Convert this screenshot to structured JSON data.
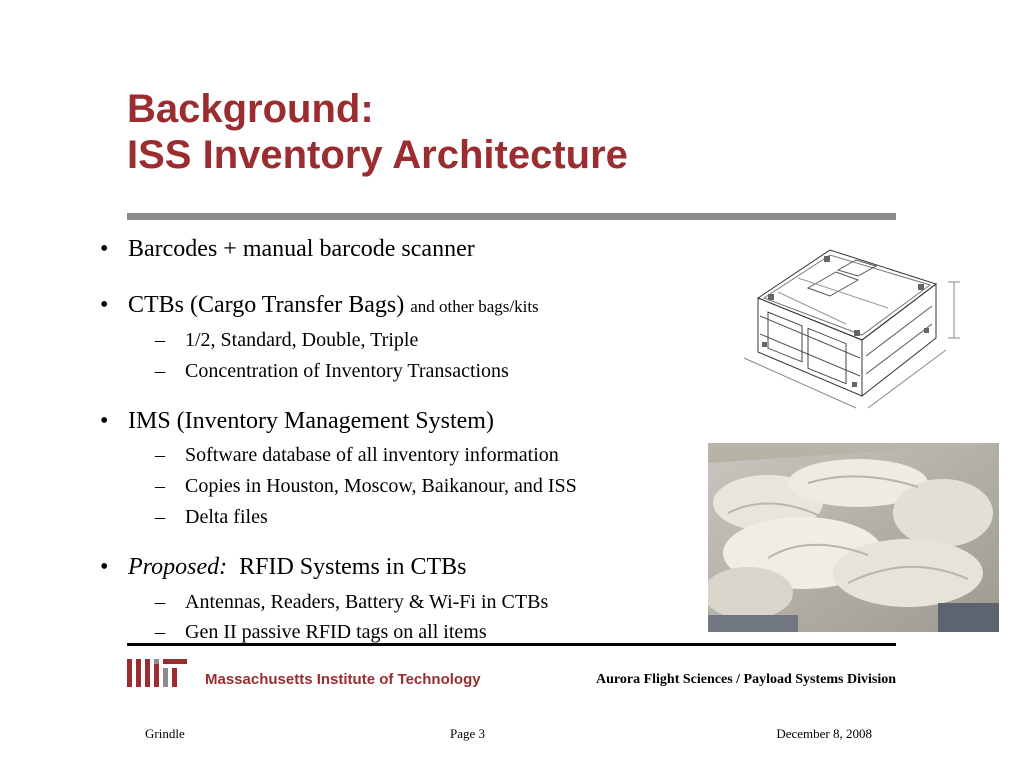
{
  "slide": {
    "title_line1": "Background:",
    "title_line2": "ISS Inventory Architecture",
    "accent_color": "#9b2d30",
    "bullets": [
      {
        "text": "Barcodes + manual barcode scanner"
      },
      {
        "text": "CTBs (Cargo Transfer Bags)",
        "small": "and other bags/kits",
        "sub": [
          "1/2, Standard, Double, Triple",
          "Concentration of  Inventory Transactions"
        ]
      },
      {
        "text": "IMS (Inventory Management System)",
        "sub": [
          "Software database of all inventory information",
          "Copies in Houston, Moscow, Baikanour, and ISS",
          "Delta files"
        ]
      },
      {
        "italic": "Proposed:",
        "text": "  RFID Systems in CTBs",
        "sub": [
          "Antennas, Readers, Battery & Wi-Fi in CTBs",
          "Gen II passive RFID tags on all items"
        ]
      }
    ]
  },
  "figures": {
    "drawing_icon": "cargo-transfer-bag-drawing",
    "photo_icon": "cargo-bags-photo"
  },
  "branding": {
    "mit_logo_icon": "mit-logo",
    "mit_name": "Massachusetts Institute of Technology",
    "partner": "Aurora Flight Sciences / Payload Systems Division"
  },
  "footer": {
    "author": "Grindle",
    "page": "Page 3",
    "date": "December 8, 2008"
  }
}
